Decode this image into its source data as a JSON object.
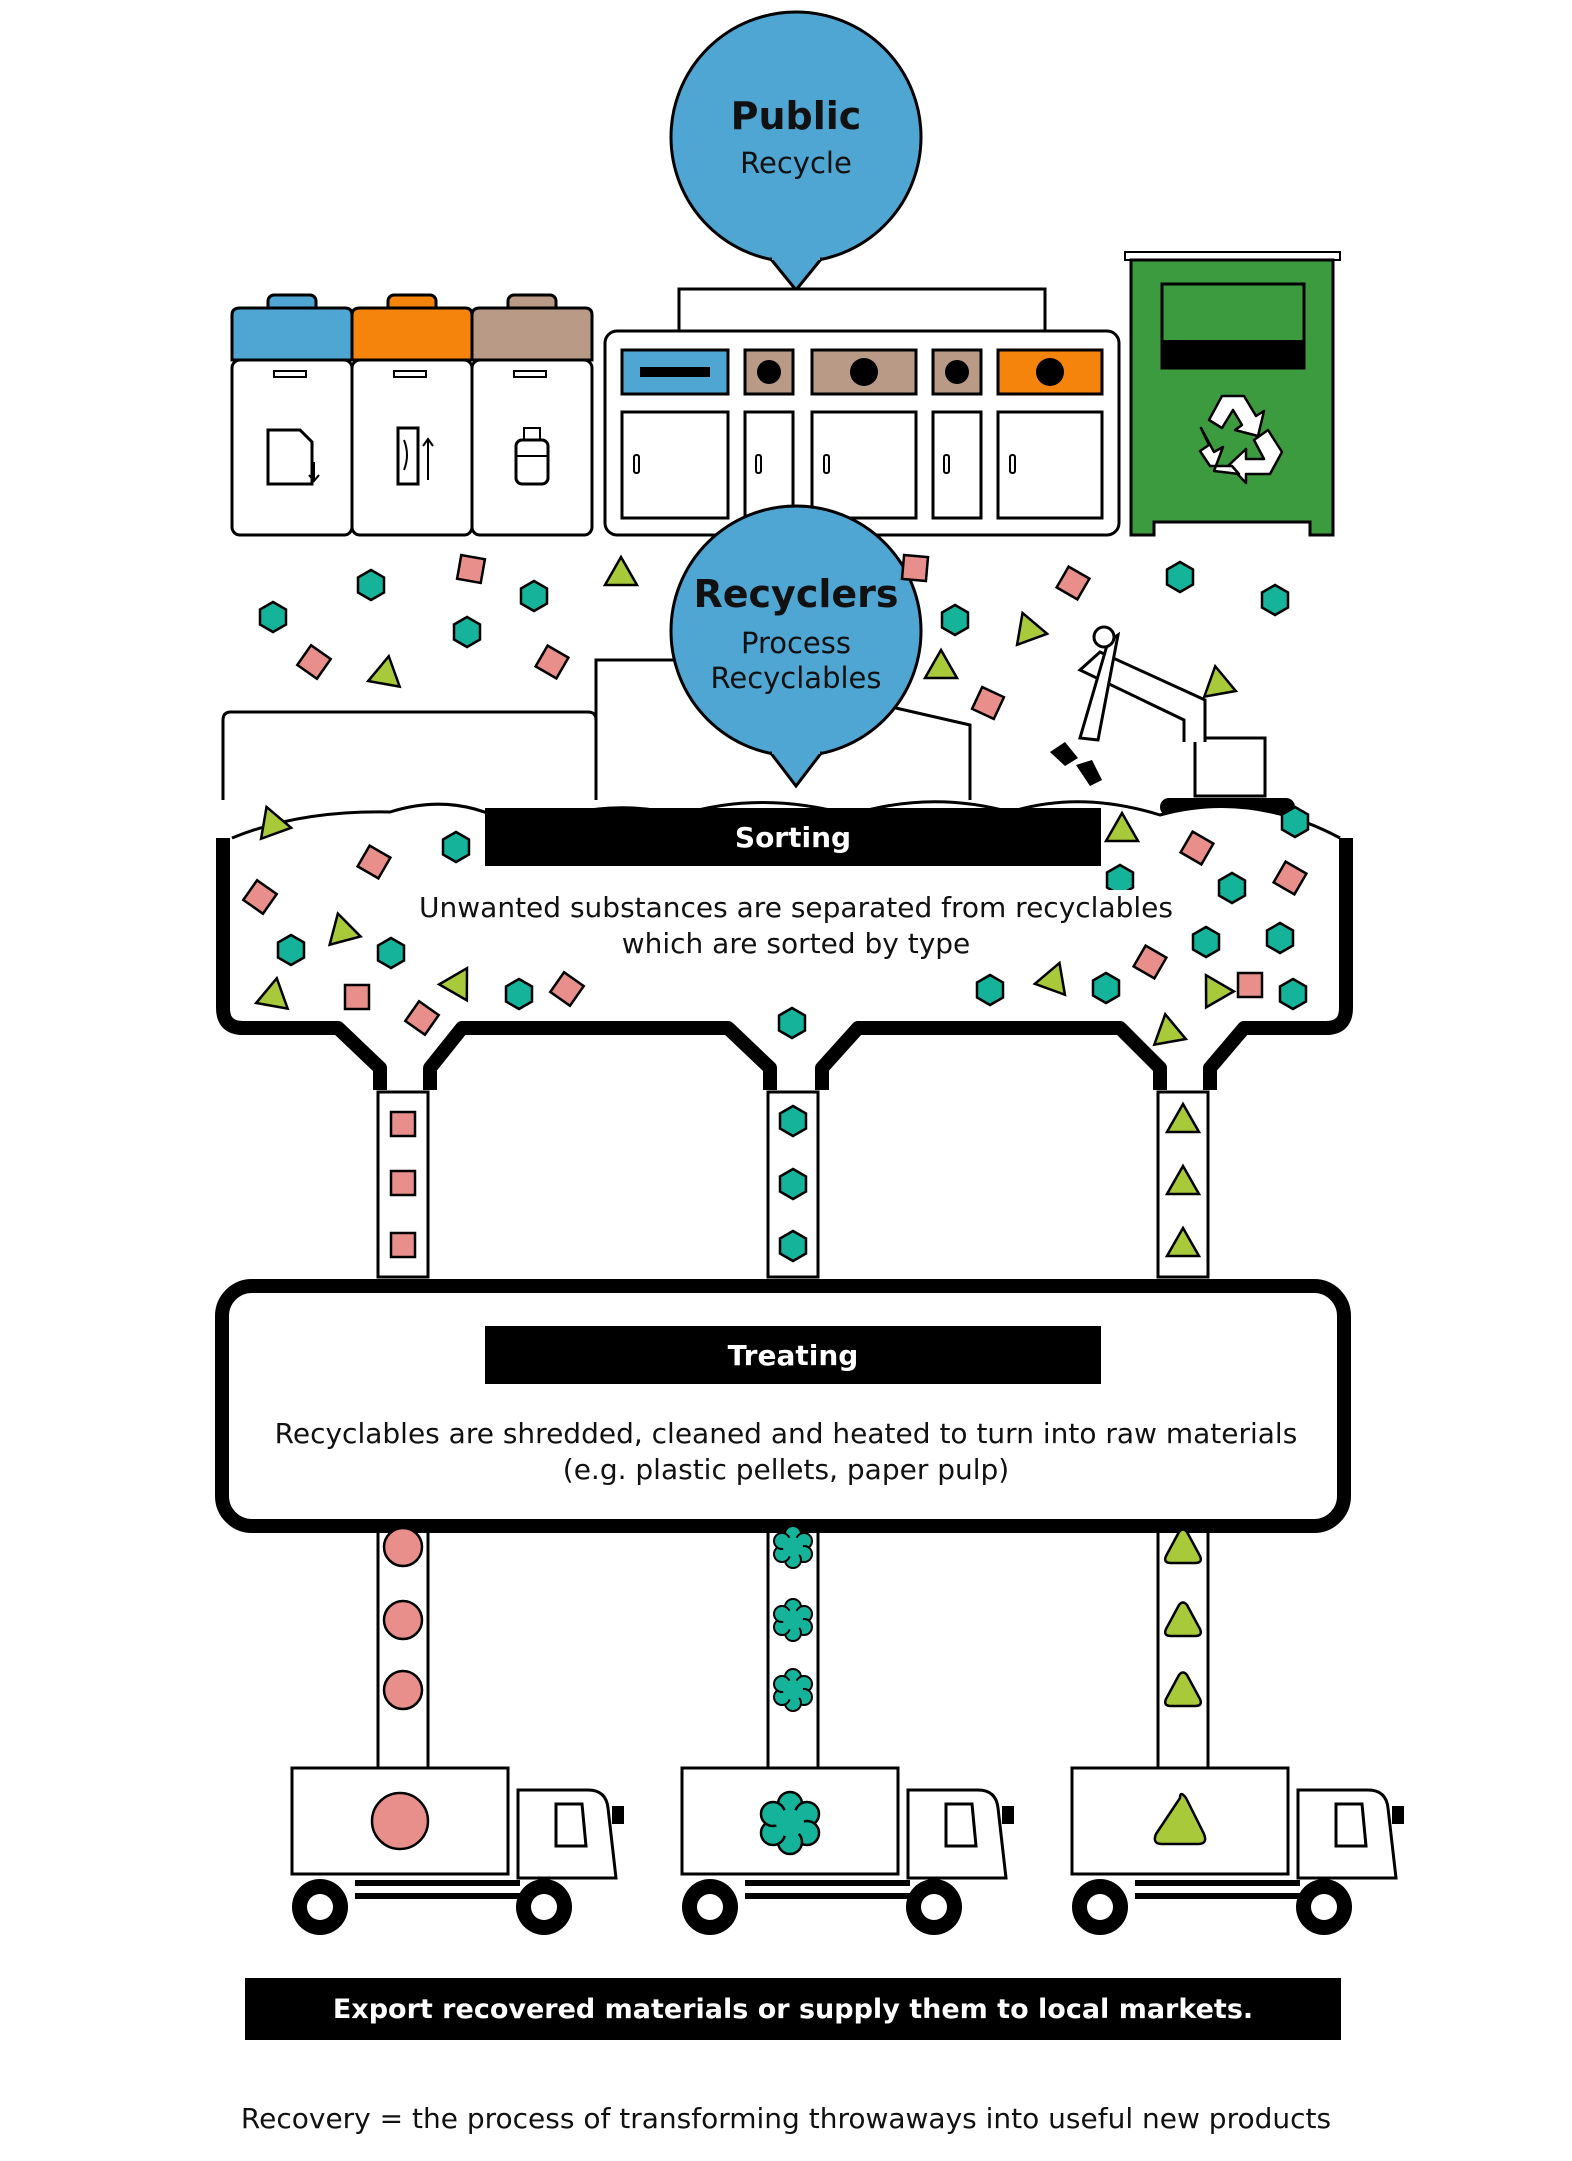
{
  "public_bubble": {
    "title": "Public",
    "subtitle": "Recycle"
  },
  "recyclers_bubble": {
    "title": "Recyclers",
    "subtitle_line1": "Process",
    "subtitle_line2": "Recyclables"
  },
  "sorting": {
    "label": "Sorting",
    "description_line1": "Unwanted substances are separated from recyclables",
    "description_line2": "which are sorted by type"
  },
  "treating": {
    "label": "Treating",
    "description_line1": "Recyclables are shredded, cleaned and heated to turn into raw materials",
    "description_line2": "(e.g. plastic pellets, paper pulp)"
  },
  "export_banner": "Export recovered materials or supply them to local markets.",
  "footer_note": "Recovery = the process of transforming throwaways into useful new products",
  "colors": {
    "blue": "#4fa6d3",
    "orange": "#f5840c",
    "tan": "#b89a86",
    "green_bin": "#3d9b3f",
    "pink": "#e98f8b",
    "teal": "#14b39a",
    "lime": "#a8c93a",
    "black": "#000000"
  },
  "icons": [
    "paper-icon",
    "can-icon",
    "bottle-icon",
    "recycle-icon",
    "robot-arm-icon",
    "truck-icon"
  ]
}
